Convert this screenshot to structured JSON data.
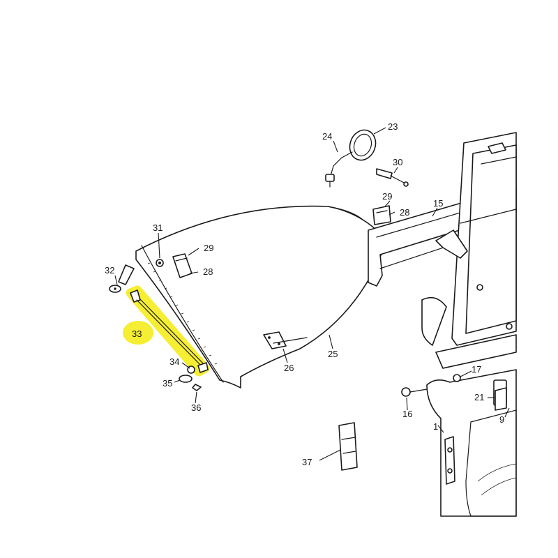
{
  "highlight": {
    "color": "#f5ee32",
    "part": "33"
  },
  "callouts": {
    "c23": "23",
    "c24": "24",
    "c30": "30",
    "c29a": "29",
    "c28a": "28",
    "c15": "15",
    "c31": "31",
    "c29b": "29",
    "c28b": "28",
    "c32": "32",
    "c33": "33",
    "c34": "34",
    "c35": "35",
    "c36": "36",
    "c26": "26",
    "c25": "25",
    "c17": "17",
    "c21": "21",
    "c16": "16",
    "c9": "9",
    "c1": "1",
    "c37": "37"
  }
}
